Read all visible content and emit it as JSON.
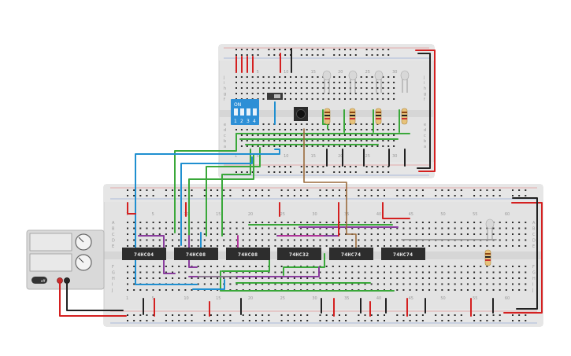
{
  "chips": [
    {
      "label": "74HC04"
    },
    {
      "label": "74HC08"
    },
    {
      "label": "74HC08"
    },
    {
      "label": "74HC32"
    },
    {
      "label": "74HC74"
    },
    {
      "label": "74HC74"
    }
  ],
  "dip_switch": {
    "on_label": "ON",
    "positions": [
      "1",
      "2",
      "3",
      "4"
    ]
  },
  "power_supply": {
    "power_label": "off"
  },
  "top_board": {
    "row_letters_top": [
      "j",
      "i",
      "h",
      "g",
      "f"
    ],
    "row_letters_bottom": [
      "e",
      "d",
      "c",
      "b",
      "a"
    ],
    "column_numbers": [
      "1",
      "5",
      "10",
      "15",
      "20",
      "25",
      "30"
    ]
  },
  "main_board": {
    "row_letters_top": [
      "A",
      "B",
      "C",
      "D",
      "E"
    ],
    "row_letters_bottom": [
      "F",
      "G",
      "H",
      "I",
      "J"
    ],
    "column_numbers": [
      "1",
      "5",
      "10",
      "15",
      "20",
      "25",
      "30",
      "35",
      "40",
      "45",
      "50",
      "55",
      "60"
    ]
  },
  "colors": {
    "board": "#e3e3e3",
    "hole": "#2b2b2b",
    "wire_red": "#d42020",
    "wire_black": "#222222",
    "wire_green": "#3aa83a",
    "wire_blue": "#1f8fd0",
    "wire_purple": "#8a3d9e",
    "wire_magenta": "#b0349a",
    "wire_brown": "#9a6a3a",
    "wire_gray": "#8a8a8a",
    "chip": "#2d2d2d",
    "dip_blue": "#2d8fd6"
  }
}
